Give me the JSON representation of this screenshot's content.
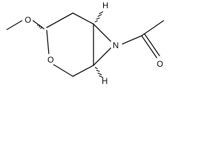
{
  "molecule": {
    "atoms": {
      "ring_oxygen": "O",
      "methoxy_oxygen": "O",
      "aziridine_nitrogen": "N",
      "carbonyl_oxygen": "O",
      "top_hydrogen": "H",
      "bottom_hydrogen": "H"
    }
  }
}
